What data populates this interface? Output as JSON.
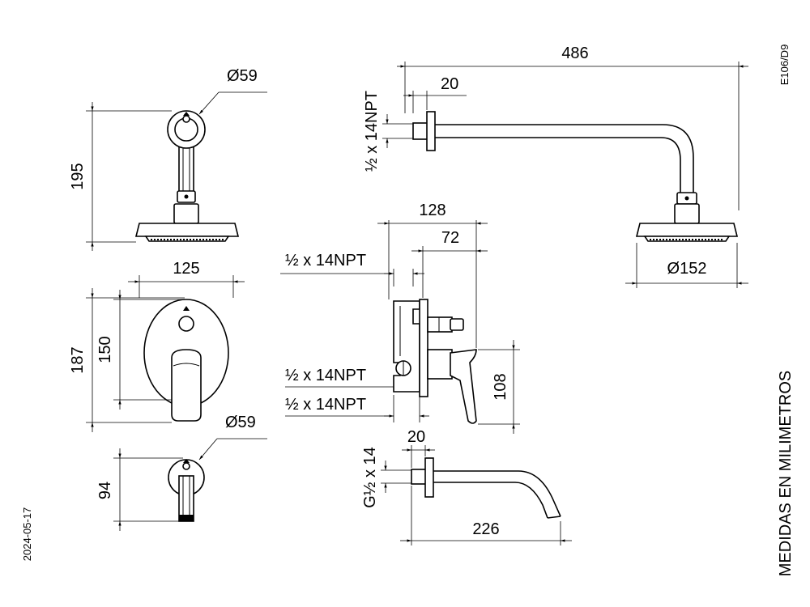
{
  "header": {
    "code": "E106/D9"
  },
  "footer": {
    "date": "2024-05-17",
    "units_note": "MEDIDAS EN MILIMETROS"
  },
  "shower_head_side": {
    "flange_diameter": "Ø59",
    "height": "195"
  },
  "shower_arm_front": {
    "length": "486",
    "flange_offset": "20",
    "thread": "½ x 14NPT",
    "head_diameter": "Ø152"
  },
  "valve_front": {
    "width": "125",
    "outer_height": "187",
    "plate_height": "150"
  },
  "valve_side": {
    "depth_total": "128",
    "depth_body": "72",
    "thread_top": "½ x 14NPT",
    "thread_mid": "½ x 14NPT",
    "thread_bottom": "½ x 14NPT",
    "handle_height": "108"
  },
  "spout_front": {
    "flange_diameter": "Ø59",
    "height": "94"
  },
  "spout_side": {
    "flange_offset": "20",
    "thread": "G½ x 14",
    "length": "226"
  }
}
